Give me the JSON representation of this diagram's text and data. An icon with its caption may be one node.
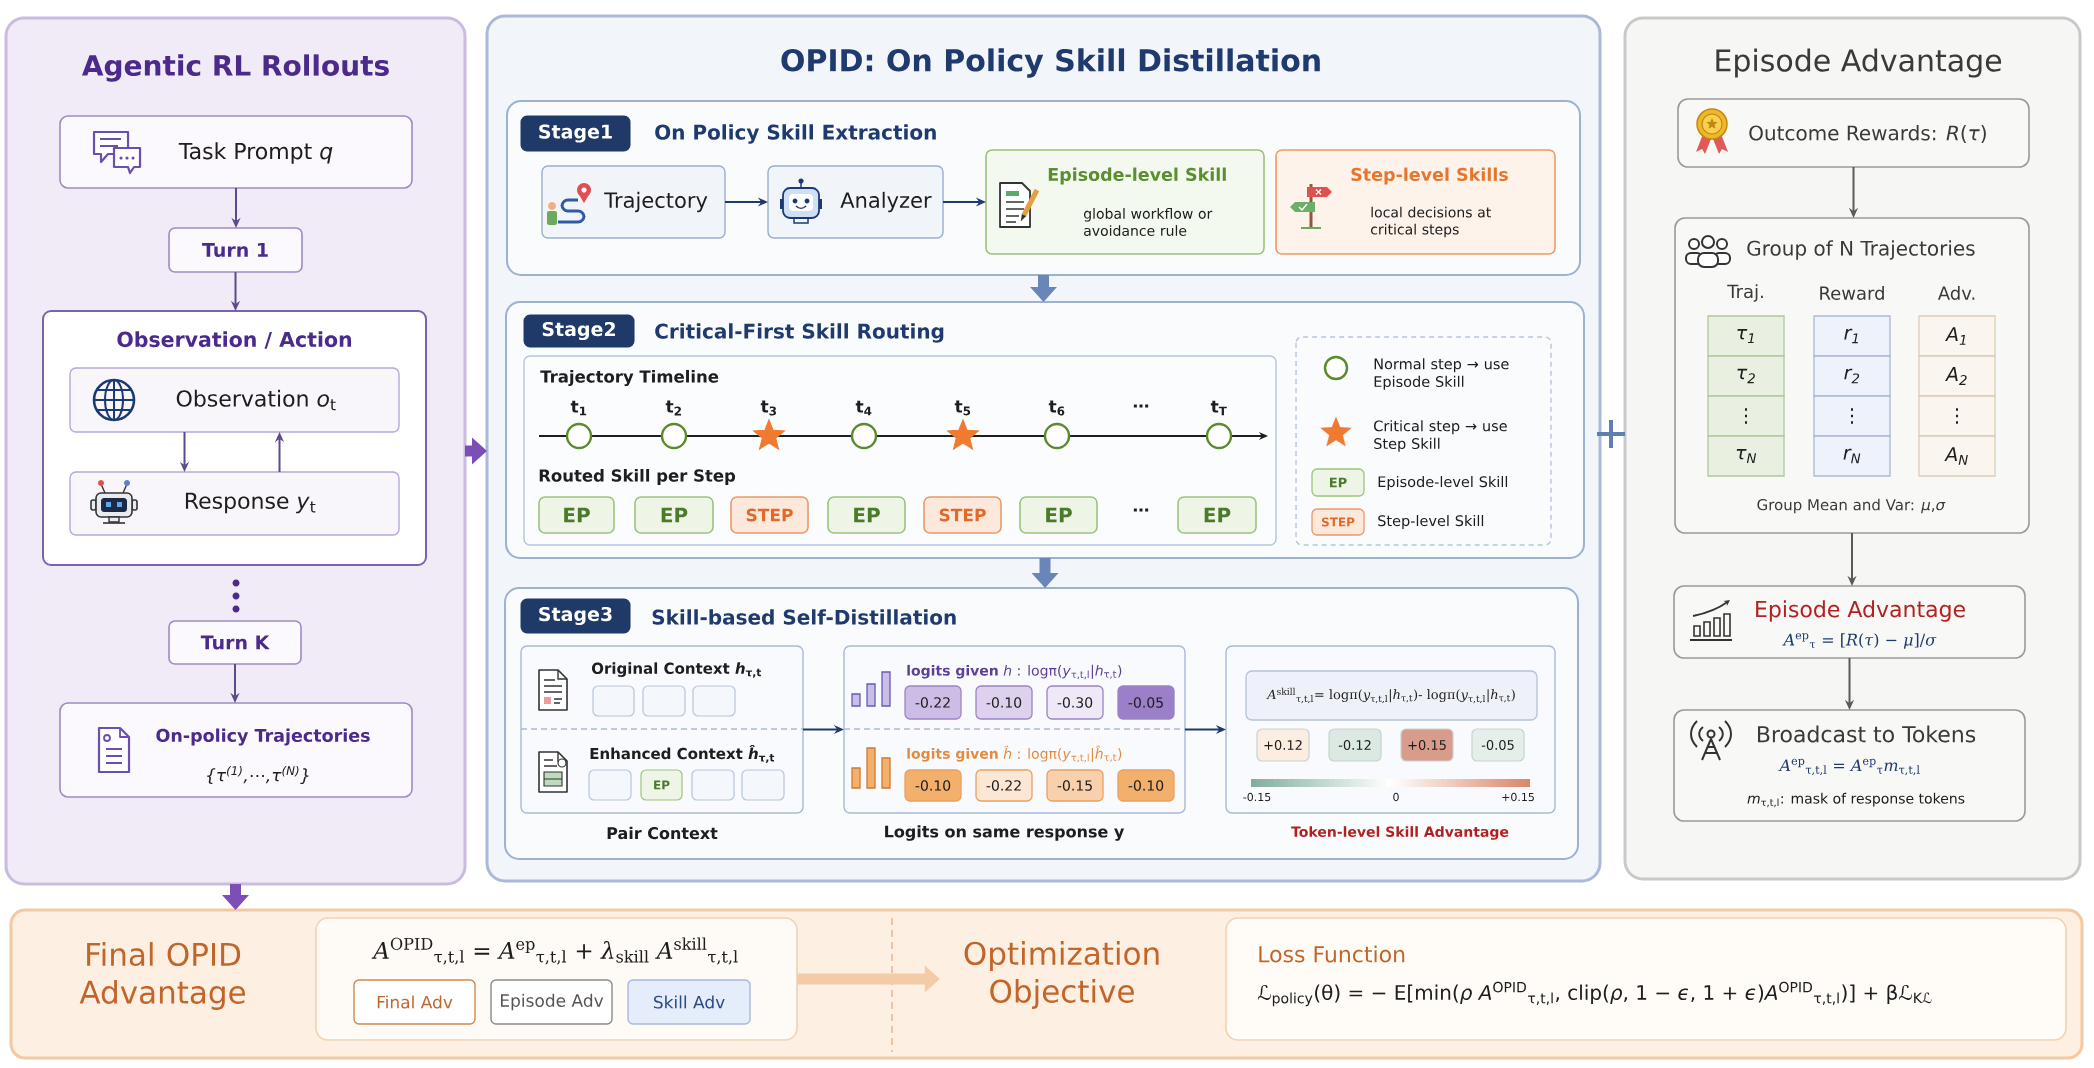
{
  "diagram": {
    "nodes": [
      {
        "text": [
          "Agentic RL Rollouts"
        ]
      },
      {
        "text": [
          "Task Prompt *q*"
        ],
        "in": 0
      },
      {
        "text": [
          "Turn 1"
        ],
        "in": 0
      },
      {
        "text": [
          "Observation / Action"
        ],
        "in": 0
      },
      {
        "text": [
          "Observation *o*$_{t}$"
        ],
        "in": 3
      },
      {
        "text": [
          "Response *y*$_{t}$"
        ],
        "in": 3
      },
      {
        "text": [
          "Turn K"
        ],
        "in": 0
      },
      {
        "text": [
          "On-policy Trajectories",
          "{τ$^{(1)}$,⋯,τ$^{(N)}$}"
        ],
        "in": 0
      },
      {
        "text": [
          "OPID: On Policy Skill Distillation"
        ]
      },
      {
        "text": [
          "On Policy Skill Extraction"
        ],
        "in": 8
      },
      {
        "text": [
          "Stage1"
        ],
        "in": 9
      },
      {
        "text": [
          "Trajectory"
        ],
        "in": 9
      },
      {
        "text": [
          "Analyzer"
        ],
        "in": 9
      },
      {
        "text": [
          "Episode-level Skill",
          "global workflow or avoidance rule"
        ],
        "in": 9
      },
      {
        "text": [
          "Step-level Skills",
          "local decisions at critical steps"
        ],
        "in": 9
      },
      {
        "text": [
          "Critical-First Skill Routing"
        ],
        "in": 8
      },
      {
        "text": [
          "Stage2"
        ],
        "in": 15
      },
      {
        "text": [
          "Trajectory Timeline",
          "Routed Skill per Step"
        ],
        "in": 15
      },
      {
        "text": [],
        "shape": "circle",
        "beside": [
          "t$_{1}$"
        ],
        "in": 17
      },
      {
        "text": [],
        "shape": "circle",
        "beside": [
          "t$_{2}$"
        ],
        "in": 17
      },
      {
        "text": [],
        "shape": "star",
        "beside": [
          "t$_{3}$"
        ],
        "in": 17
      },
      {
        "text": [],
        "shape": "circle",
        "beside": [
          "t$_{4}$"
        ],
        "in": 17
      },
      {
        "text": [],
        "shape": "star",
        "beside": [
          "t$_{5}$"
        ],
        "in": 17
      },
      {
        "text": [],
        "shape": "circle",
        "beside": [
          "t$_{6}$"
        ],
        "in": 17
      },
      {
        "text": [],
        "shape": "circle",
        "beside": [
          "t$_{T}$"
        ],
        "in": 17
      },
      {
        "text": [
          "EP"
        ],
        "in": 17
      },
      {
        "text": [
          "EP"
        ],
        "in": 17
      },
      {
        "text": [
          "STEP"
        ],
        "in": 17
      },
      {
        "text": [
          "EP"
        ],
        "in": 17
      },
      {
        "text": [
          "STEP"
        ],
        "in": 17
      },
      {
        "text": [
          "EP"
        ],
        "in": 17
      },
      {
        "text": [
          "EP"
        ],
        "in": 17
      },
      {
        "text": [
          "Skill-based Self-Distillation"
        ],
        "in": 8
      },
      {
        "text": [
          "Stage3"
        ],
        "in": 32
      },
      {
        "text": [
          "Original Context *h*$_{τ,t}$",
          "Enhanced Context *ĥ*$_{τ,t}$"
        ],
        "beside": [
          "Pair Context"
        ],
        "in": 32
      },
      {
        "text": [],
        "shape": "box",
        "in": 34
      },
      {
        "text": [],
        "shape": "box",
        "in": 34
      },
      {
        "text": [],
        "shape": "box",
        "in": 34
      },
      {
        "text": [],
        "shape": "box",
        "in": 34
      },
      {
        "text": [
          "EP"
        ],
        "in": 34
      },
      {
        "text": [],
        "shape": "box",
        "in": 34
      },
      {
        "text": [],
        "shape": "box",
        "in": 34
      },
      {
        "text": [
          "**logits given** *h* : logπ(*y*$_{τ,t,l}$|*h*$_{τ,t}$)",
          "**logits given** *ĥ* : logπ(*y*$_{τ,t,l}$|*ĥ*$_{τ,t}$)"
        ],
        "beside": [
          "Logits on same response y"
        ],
        "in": 32
      },
      {
        "text": [
          "-0.22"
        ],
        "in": 42
      },
      {
        "text": [
          "-0.10"
        ],
        "in": 42
      },
      {
        "text": [
          "-0.30"
        ],
        "in": 42
      },
      {
        "text": [
          "-0.05"
        ],
        "in": 42
      },
      {
        "text": [
          "-0.10"
        ],
        "in": 42
      },
      {
        "text": [
          "-0.22"
        ],
        "in": 42
      },
      {
        "text": [
          "-0.15"
        ],
        "in": 42
      },
      {
        "text": [
          "-0.10"
        ],
        "in": 42
      },
      {
        "text": [],
        "shape": "box",
        "beside": [
          "Token-level Skill Advantage"
        ],
        "in": 32
      },
      {
        "text": [
          "*A*$^{skill}$$_{τ,t,l}$= logπ(*y*$_{τ,t,l}$|*h*$_{τ,t}$)- logπ(*y*$_{τ,t,l}$|*h*$_{τ,t}$)"
        ],
        "in": 51
      },
      {
        "text": [
          "+0.12"
        ],
        "in": 51
      },
      {
        "text": [
          "-0.12"
        ],
        "in": 51
      },
      {
        "text": [
          "+0.15"
        ],
        "in": 51
      },
      {
        "text": [
          "-0.05"
        ],
        "in": 51
      },
      {
        "text": [
          "Episode Advantage"
        ]
      },
      {
        "text": [
          "Outcome Rewards: *R*(*τ*)"
        ],
        "in": 57
      },
      {
        "text": [
          "Group of N Trajectories",
          "Group Mean and Var: *μ*,*σ*"
        ],
        "in": 57
      },
      {
        "text": [
          "Episode Advantage",
          "*A*$^{ep}$$_{τ}$ = [*R*(*τ*) − *μ*]/*σ*"
        ],
        "in": 57
      },
      {
        "text": [
          "Broadcast to Tokens",
          "*A*$^{ep}$$_{τ,t,l}$ = *A*$^{ep}$$_{τ}$*m*$_{τ,t,l}$",
          "*m*$_{τ,t,l}$: mask of response tokens"
        ],
        "in": 57
      },
      {
        "text": [
          "Final OPID Advantage"
        ]
      },
      {
        "text": [
          "*A*$^{OPID}$$_{τ,t,l}$ = *A*$^{ep}$$_{τ,t,l}$ + *λ*$_{skill}$ *A*$^{skill}$$_{τ,t,l}$"
        ],
        "in": 62
      },
      {
        "text": [
          "Final Adv"
        ],
        "in": 63
      },
      {
        "text": [
          "Episode Adv"
        ],
        "in": 63
      },
      {
        "text": [
          "Skill Adv"
        ],
        "in": 63
      },
      {
        "text": [
          "Optimization Objective"
        ],
        "in": 62
      },
      {
        "text": [
          "Loss Function",
          "ℒ$_{policy}$(θ) = − E[min(*ρ* *A*$^{OPID}$$_{τ,t,l}$, clip(*ρ*, 1 − *ϵ*, 1 + *ϵ*)*A*$^{OPID}$$_{τ,t,l}$)] + βℒ$_{Kℒ}$"
        ],
        "in": 62
      }
    ],
    "edges": [
      {
        "from": 1,
        "to": 2,
        "arrow": "to"
      },
      {
        "from": 2,
        "to": 3,
        "arrow": "to"
      },
      {
        "from": 4,
        "to": 5,
        "arrow": "to"
      },
      {
        "from": 5,
        "to": 4,
        "arrow": "to"
      },
      {
        "from": 6,
        "to": 7,
        "arrow": "to"
      },
      {
        "from": 0,
        "to": 8,
        "arrow": "to",
        "style": "thick",
        "color": "#7b4fb6"
      },
      {
        "from": 0,
        "to": 62,
        "arrow": "to",
        "style": "thick",
        "color": "#7b4fb6"
      },
      {
        "from": 11,
        "to": 12,
        "arrow": "to",
        "color": "#1f3a6e"
      },
      {
        "from": 12,
        "to": 13,
        "arrow": "to",
        "color": "#1f3a6e"
      },
      {
        "from": 9,
        "to": 15,
        "arrow": "to",
        "style": "thick",
        "color": "#6a86b8"
      },
      {
        "from": 15,
        "to": 32,
        "arrow": "to",
        "style": "thick",
        "color": "#6a86b8"
      },
      {
        "from": 34,
        "to": 42,
        "arrow": "to",
        "color": "#1f3a6e"
      },
      {
        "from": 42,
        "to": 51,
        "arrow": "to",
        "color": "#1f3a6e"
      },
      {
        "from": 58,
        "to": 59,
        "arrow": "to",
        "color": "#5a5a5a"
      },
      {
        "from": 59,
        "to": 60,
        "arrow": "to",
        "color": "#5a5a5a"
      },
      {
        "from": 60,
        "to": 61,
        "arrow": "to",
        "color": "#5a5a5a"
      },
      {
        "from": 63,
        "to": 67,
        "arrow": "to",
        "style": "thick",
        "color": "#f3cba6"
      }
    ],
    "labels": [
      "…",
      "…",
      "EP",
      "STEP",
      "-0.15",
      "0",
      "+0.15",
      "Traj.",
      "Reward",
      "Adv.",
      "τ$_{1}$",
      "r$_{1}$",
      "A$_{1}$",
      "τ$_{2}$",
      "r$_{2}$",
      "A$_{2}$",
      "⋮",
      "⋮",
      "⋮",
      "τ$_{N}$",
      "r$_{N}$",
      "A$_{N}$"
    ],
    "legend": [
      {
        "text": "Normal step → use Episode Skill"
      },
      {
        "text": "Critical step → use Step Skill"
      },
      {
        "text": "Episode-level Skill"
      },
      {
        "text": "Step-level Skill"
      }
    ]
  }
}
